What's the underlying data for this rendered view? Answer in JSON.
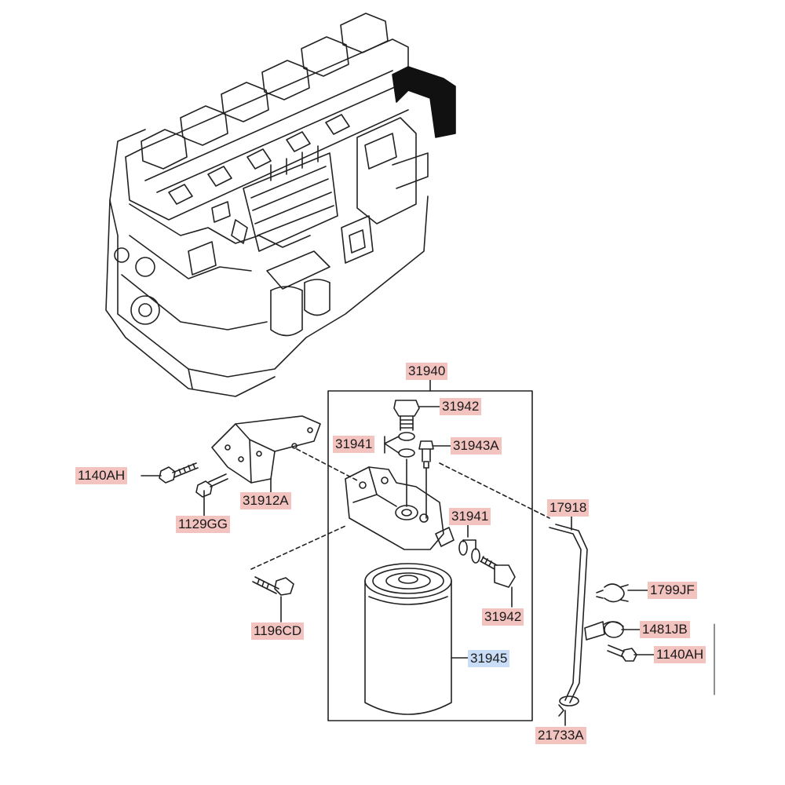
{
  "labels": {
    "assembly": "31940",
    "bolt_top": "31942",
    "washers_top": "31941",
    "air_vent_plug": "31943A",
    "bolt_bracket": "1140AH",
    "bolt_lower": "1129GG",
    "bracket": "31912A",
    "washers_side": "31941",
    "bolt_side": "31942",
    "hose": "17918",
    "clamp": "1799JF",
    "clip": "1481JB",
    "bolt_clip": "1140AH",
    "bolt_long": "1196CD",
    "fuel_filter": "31945",
    "hose_clamp": "21733A"
  },
  "colors": {
    "label_bg": "#f3c3c0",
    "highlight_bg": "#c9def6",
    "line": "#222222",
    "engine_fill": "#111111"
  }
}
